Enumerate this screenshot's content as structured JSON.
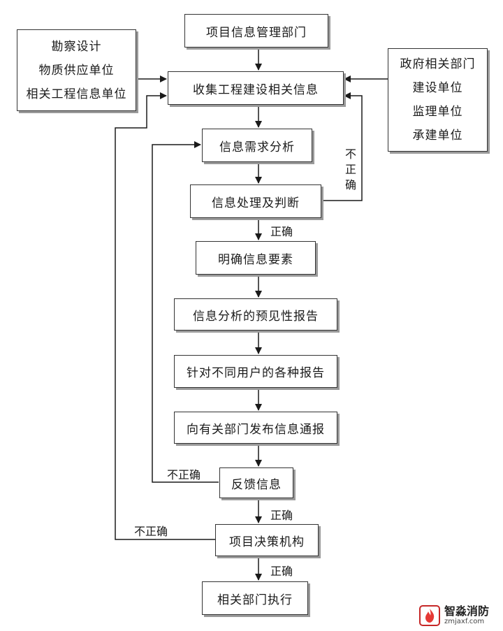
{
  "nodes": {
    "mgmt": "项目信息管理部门",
    "collect": "收集工程建设相关信息",
    "demand": "信息需求分析",
    "process": "信息处理及判断",
    "clarify": "明确信息要素",
    "forecast": "信息分析的预见性报告",
    "reports": "针对不同用户的各种报告",
    "publish": "向有关部门发布信息通报",
    "feedback": "反馈信息",
    "decision": "项目决策机构",
    "execute": "相关部门执行"
  },
  "left_sources": [
    "勘察设计",
    "物质供应单位",
    "相关工程信息单位"
  ],
  "right_sources": [
    "政府相关部门",
    "建设单位",
    "监理单位",
    "承建单位"
  ],
  "labels": {
    "incorrect_vertical": [
      "不",
      "正",
      "确"
    ],
    "correct": "正确",
    "incorrect": "不正确"
  },
  "watermark": {
    "title": "智淼消防",
    "url": "zmjaxf.com"
  },
  "colors": {
    "line": "#1a1a1a",
    "border": "#333333",
    "shadow": "#9a9a9a"
  }
}
